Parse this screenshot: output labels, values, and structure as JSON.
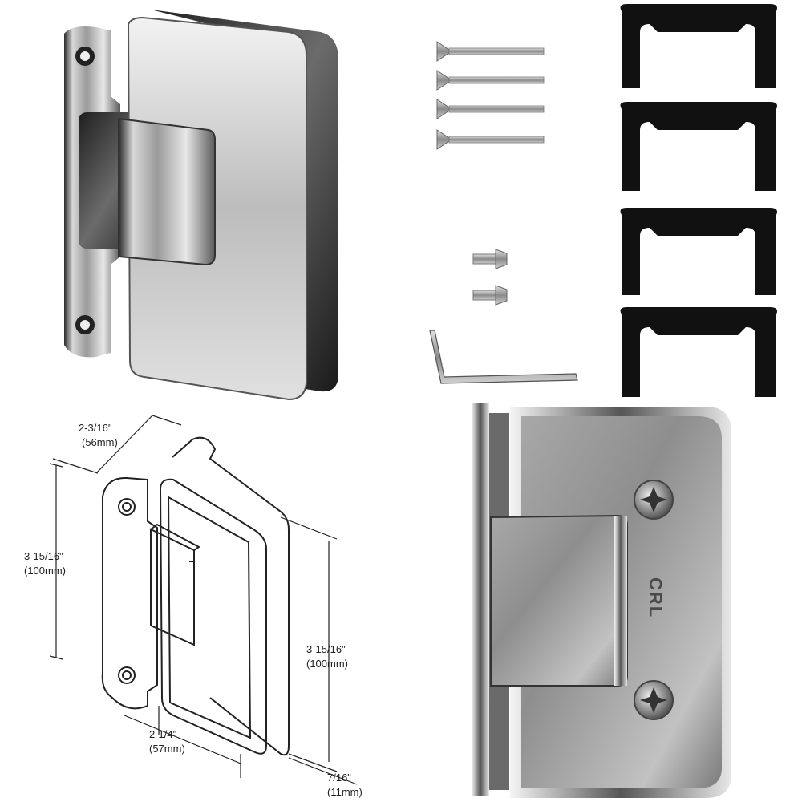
{
  "photos": {
    "hinge_photo": {
      "name": "hinge-photo"
    },
    "hardware": {
      "screws_long_count": 4,
      "screws_short_count": 2,
      "gaskets_count": 4,
      "hex_key": true
    },
    "hinge_closeup": {
      "logo": "CRL"
    }
  },
  "dimensions": {
    "top_width": {
      "imperial": "2-3/16\"",
      "metric": "(56mm)"
    },
    "left_height": {
      "imperial": "3-15/16\"",
      "metric": "(100mm)"
    },
    "right_height": {
      "imperial": "3-15/16\"",
      "metric": "(100mm)"
    },
    "bottom_width": {
      "imperial": "2-1/4\"",
      "metric": "(57mm)"
    },
    "depth": {
      "imperial": "7/16\"",
      "metric": "(11mm)"
    }
  },
  "colors": {
    "chrome_light": "#e6e6e6",
    "chrome_dark": "#3a3a3a",
    "gasket": "#111111"
  }
}
